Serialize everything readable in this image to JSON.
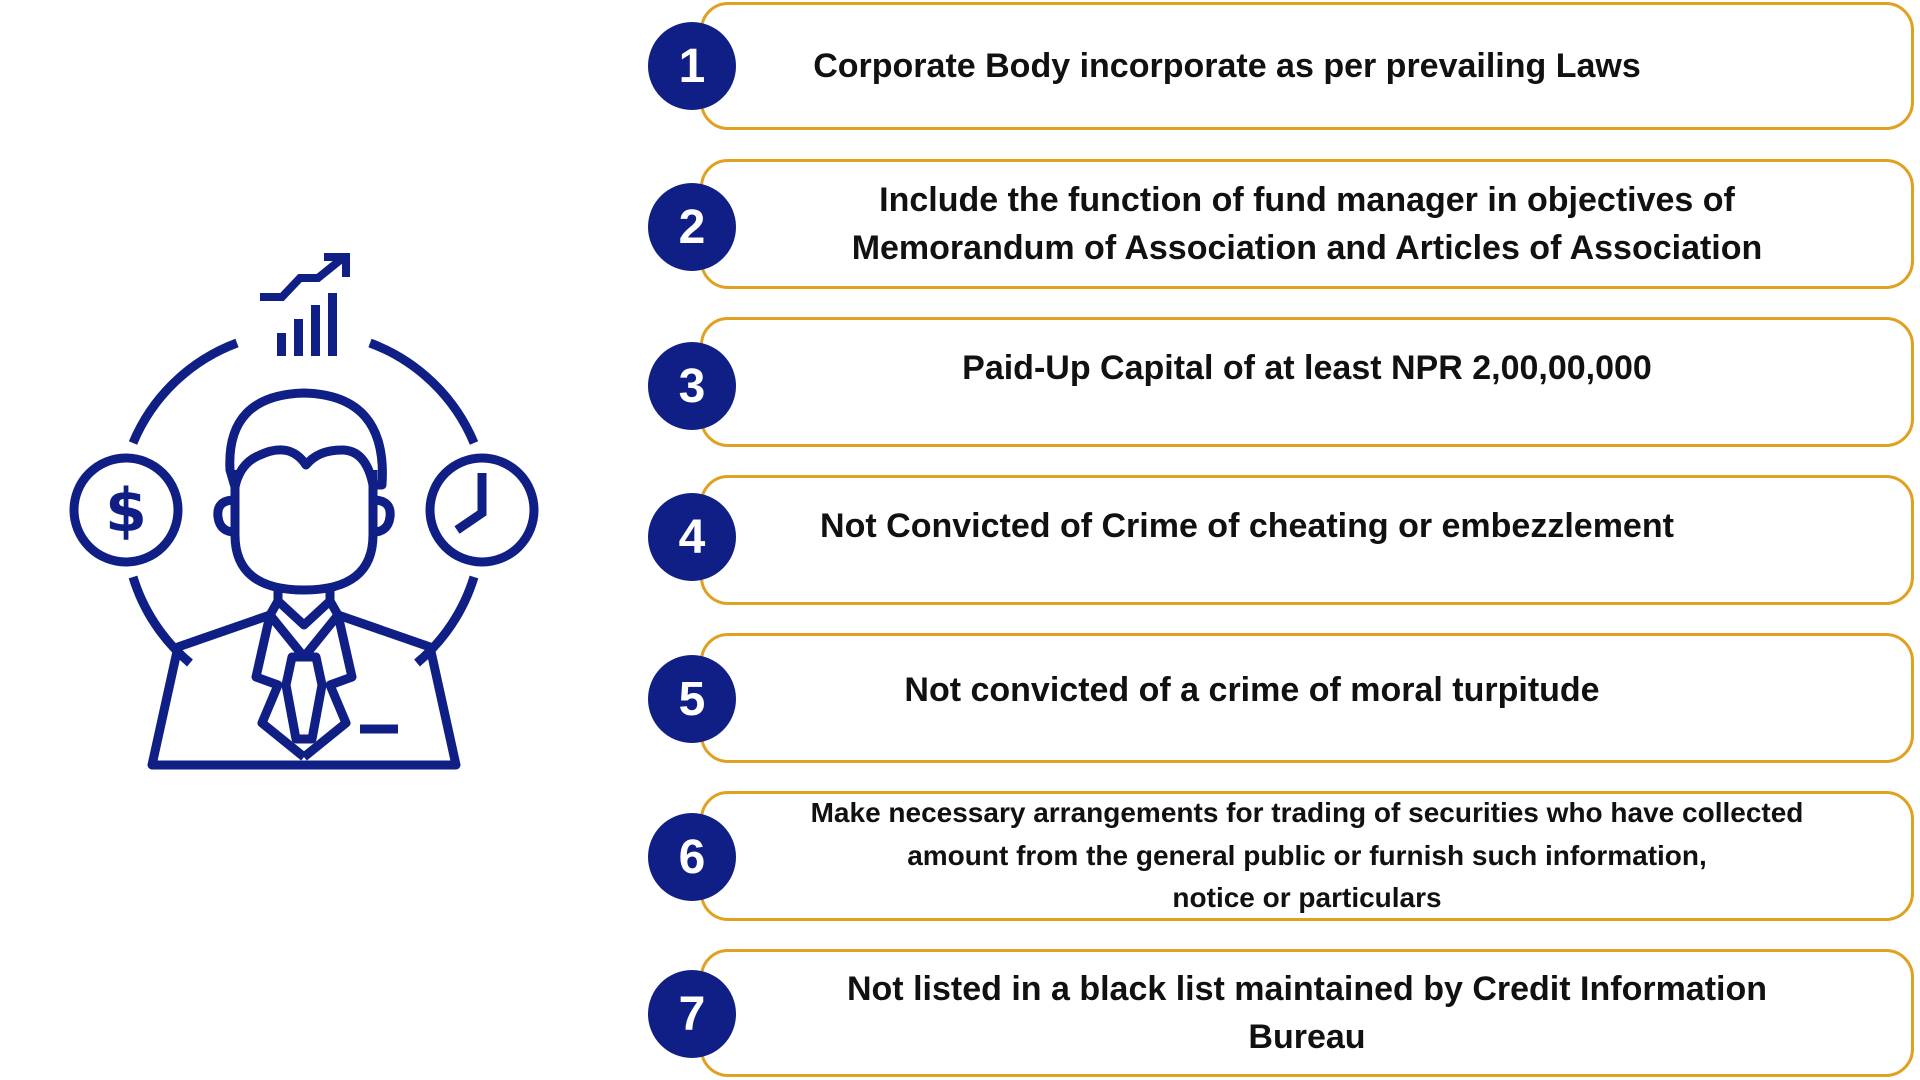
{
  "colors": {
    "primary": "#0f1f85",
    "border": "#e0a020",
    "text": "#111111",
    "background": "#ffffff"
  },
  "illustration": {
    "icons": [
      "growth-chart-icon",
      "dollar-icon",
      "clock-icon",
      "businessman-icon"
    ]
  },
  "steps": [
    {
      "number": "1",
      "text": "Corporate Body incorporate as per prevailing Laws"
    },
    {
      "number": "2",
      "text": "Include the function of fund manager in objectives of\nMemorandum of Association and Articles of Association"
    },
    {
      "number": "3",
      "text": "Paid-Up Capital of at least NPR 2,00,00,000"
    },
    {
      "number": "4",
      "text": "Not Convicted of Crime of cheating or embezzlement"
    },
    {
      "number": "5",
      "text": "Not convicted of a crime of moral turpitude"
    },
    {
      "number": "6",
      "text": "Make necessary arrangements for trading of securities who have collected\namount from the general public or furnish such information,\nnotice or particulars"
    },
    {
      "number": "7",
      "text": "Not listed in a black list maintained by Credit Information\nBureau"
    }
  ]
}
